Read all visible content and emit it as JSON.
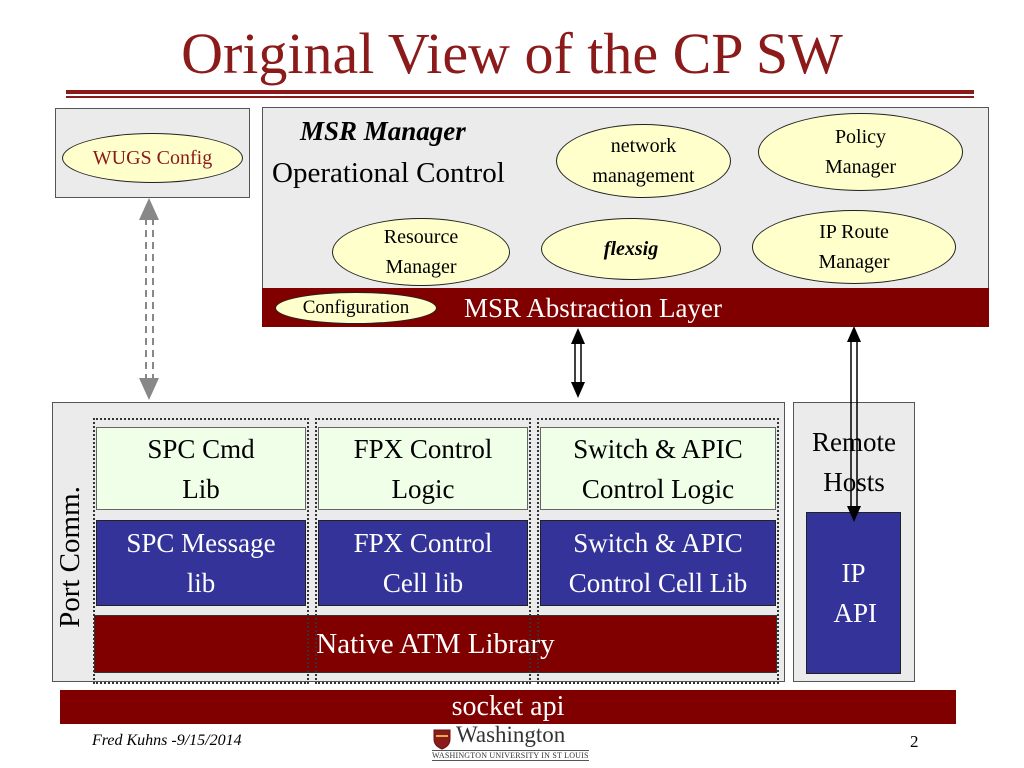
{
  "slide": {
    "title": "Original View of the CP SW",
    "footer_author": "Fred Kuhns -9/15/2014",
    "page_number": "2",
    "logo_text": "Washington",
    "logo_subtext": "WASHINGTON UNIVERSITY IN ST LOUIS",
    "accent_color": "#8b1a1a"
  },
  "wugs": {
    "label": "WUGS Config"
  },
  "msr_manager": {
    "heading": "MSR Manager",
    "subheading": "Operational Control",
    "components": {
      "network_management": "network management",
      "policy_manager": "Policy Manager",
      "resource_manager": "Resource Manager",
      "flexsig": "flexsig",
      "ip_route_manager": "IP Route Manager"
    },
    "abstraction_layer": "MSR Abstraction Layer",
    "configuration": "Configuration"
  },
  "port_comm": {
    "label": "Port Comm.",
    "columns": [
      {
        "control": "SPC Cmd Lib",
        "cell_lib": "SPC Message lib"
      },
      {
        "control": "FPX Control Logic",
        "cell_lib": "FPX Control Cell lib"
      },
      {
        "control": "Switch & APIC Control Logic",
        "cell_lib": "Switch & APIC Control Cell Lib"
      }
    ],
    "native_atm": "Native ATM Library"
  },
  "remote_hosts": {
    "label": "Remote Hosts",
    "ip_api": "IP API"
  },
  "socket_api": "socket api"
}
